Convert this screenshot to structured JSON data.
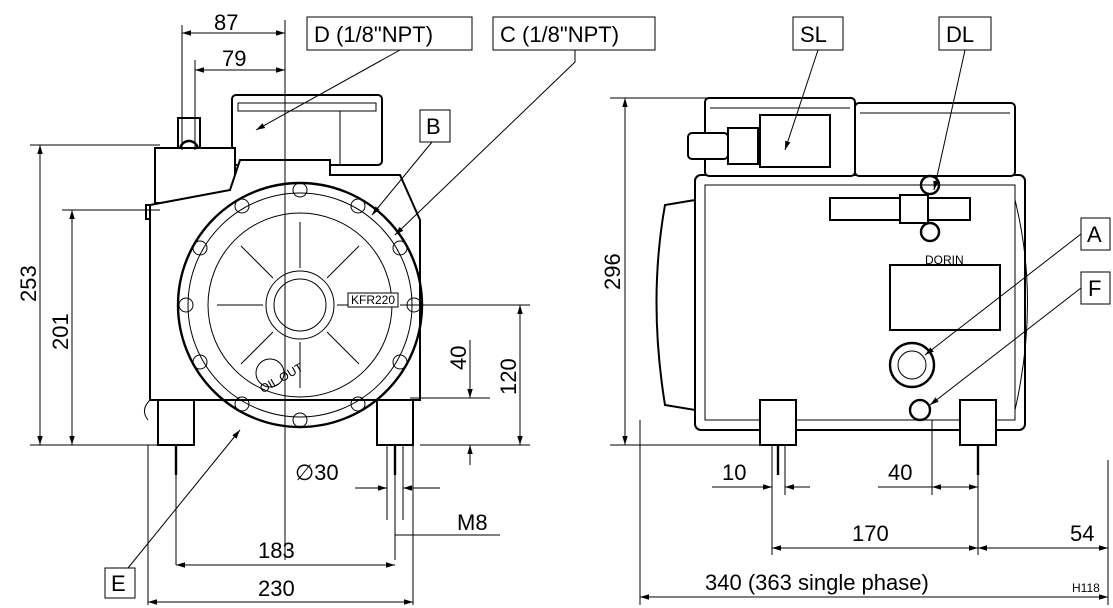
{
  "callouts": {
    "d": "D (1/8\"NPT)",
    "c": "C (1/8\"NPT)",
    "b": "B",
    "e": "E",
    "sl": "SL",
    "dl": "DL",
    "a": "A",
    "f": "F"
  },
  "dimensions": {
    "d87": "87",
    "d79": "79",
    "d253": "253",
    "d201": "201",
    "d40v": "40",
    "d120": "120",
    "d30": "∅30",
    "m8": "M8",
    "d183": "183",
    "d230": "230",
    "d296": "296",
    "d10": "10",
    "d40h": "40",
    "d170": "170",
    "d54": "54",
    "d340": "340 (363 single phase)"
  },
  "plate_label": "KFR220",
  "oil_label": "OIL OUT",
  "brand_label": "DORIN",
  "drawing_code": "H118"
}
